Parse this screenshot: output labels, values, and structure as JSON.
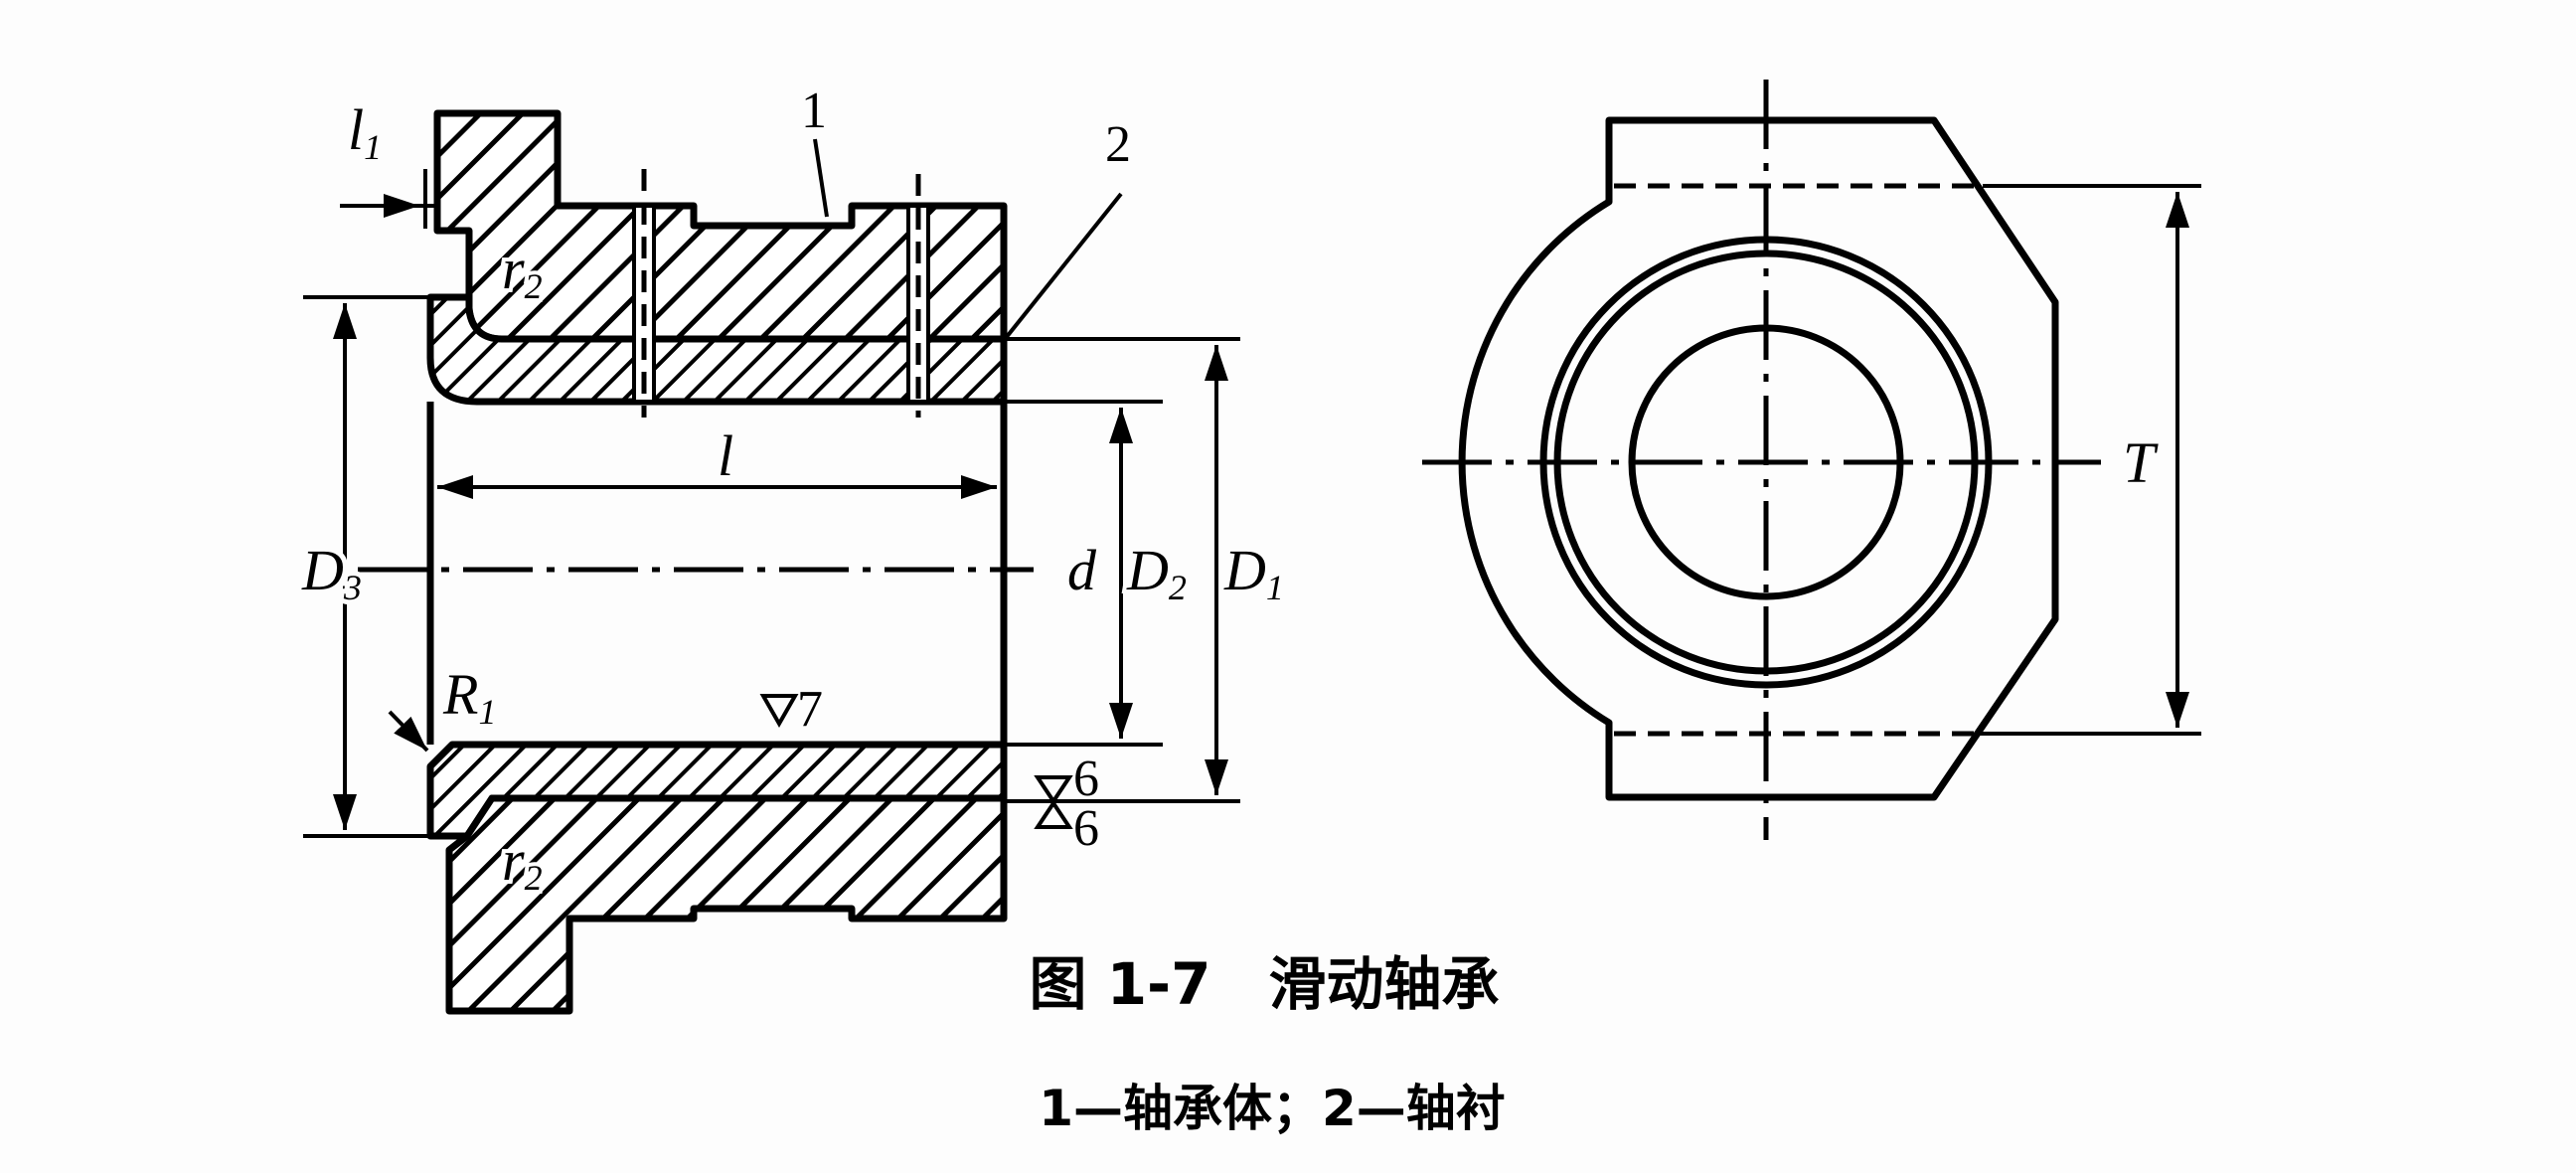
{
  "figure": {
    "caption_title": "图 1-7　滑动轴承",
    "caption_legend": "1—轴承体；2—轴衬"
  },
  "left_view": {
    "labels": {
      "l1": {
        "base": "l",
        "sub": "1"
      },
      "part1": "1",
      "part2": "2",
      "r2_top": {
        "base": "r",
        "sub": "2"
      },
      "r2_bottom": {
        "base": "r",
        "sub": "2"
      },
      "l": "l",
      "D3": {
        "base": "D",
        "sub": "3"
      },
      "d": "d",
      "D2": {
        "base": "D",
        "sub": "2"
      },
      "D1": {
        "base": "D",
        "sub": "1"
      },
      "R1": {
        "base": "R",
        "sub": "1"
      },
      "roughness_inner": "7",
      "roughness_outer_top": "6",
      "roughness_outer_bottom": "6"
    }
  },
  "right_view": {
    "labels": {
      "T": "T"
    }
  }
}
